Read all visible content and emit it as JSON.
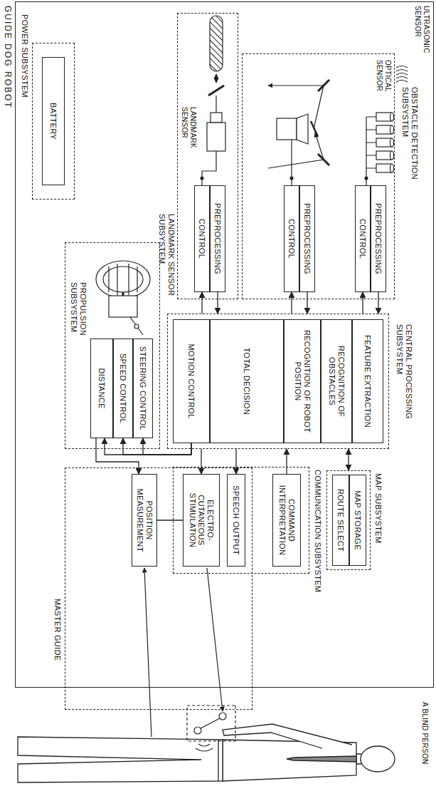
{
  "diagram": {
    "nodes": [
      {
        "text": [
          "GUIDE DOG ROBOT"
        ]
      },
      {
        "text": [
          "OBSTACLE DETECTION SUBSYSTEM"
        ],
        "in": 0
      },
      {
        "text": [
          "PREPROCESSING"
        ],
        "in": 1
      },
      {
        "text": [
          "CONTROL"
        ],
        "in": 1
      },
      {
        "text": [
          "PREPROCESSING"
        ],
        "in": 1
      },
      {
        "text": [
          "CONTROL"
        ],
        "in": 1
      },
      {
        "text": [
          "LANDMARK SENSOR SUBSYSTEM"
        ],
        "in": 0
      },
      {
        "text": [
          "PREPROCESSING"
        ],
        "in": 6
      },
      {
        "text": [
          "CONTROL"
        ],
        "in": 6
      },
      {
        "text": [
          "CENTRAL PROCESSING SUBSYSTEM"
        ],
        "in": 0
      },
      {
        "text": [
          "FEATURE EXTRACTION"
        ],
        "in": 9
      },
      {
        "text": [
          "RECOGNITION OF OBSTACLES"
        ],
        "in": 9
      },
      {
        "text": [
          "RECOGNITION OF ROBOT POSITION"
        ],
        "in": 9
      },
      {
        "text": [
          "TOTAL DECISION"
        ],
        "in": 9
      },
      {
        "text": [
          "MOTION CONTROL"
        ],
        "in": 9
      },
      {
        "text": [
          "MAP SUBSYSTEM"
        ],
        "in": 0
      },
      {
        "text": [
          "MAP STORAGE"
        ],
        "in": 15
      },
      {
        "text": [
          "ROUTE SELECT"
        ],
        "in": 15
      },
      {
        "text": [
          "PROPULSION SUBSYSTEM"
        ],
        "in": 0
      },
      {
        "text": [
          "STEERING CONTROL"
        ],
        "in": 18
      },
      {
        "text": [
          "SPEED CONTROL"
        ],
        "in": 18
      },
      {
        "text": [
          "DISTANCE"
        ],
        "in": 18
      },
      {
        "text": [
          "POWER SUBSYSTEM"
        ],
        "in": 0
      },
      {
        "text": [
          "BATTERY"
        ],
        "in": 22
      },
      {
        "text": [
          "COMMUNICATION SUBSYSTEM"
        ],
        "in": 0
      },
      {
        "text": [
          "COMMAND INTERPRETATION"
        ],
        "in": 24
      },
      {
        "text": [
          "SPEECH OUTPUT"
        ],
        "in": 24
      },
      {
        "text": [
          "ELECTRO-CUTANEOUS STIMULATION"
        ],
        "in": 24
      },
      {
        "text": [
          "MASTER GUIDE"
        ]
      },
      {
        "text": [
          "POSITION MEASUREMENT"
        ],
        "in": 28
      }
    ],
    "edges": [
      {
        "from": 2,
        "to": 9,
        "arrow": "to"
      },
      {
        "from": 9,
        "to": 3,
        "arrow": "to"
      },
      {
        "from": 4,
        "to": 9,
        "arrow": "to"
      },
      {
        "from": 9,
        "to": 5,
        "arrow": "to"
      },
      {
        "from": 7,
        "to": 9,
        "arrow": "to"
      },
      {
        "from": 9,
        "to": 8,
        "arrow": "to"
      },
      {
        "from": 14,
        "to": 19,
        "arrow": "to"
      },
      {
        "from": 14,
        "to": 20,
        "arrow": "to"
      },
      {
        "from": 14,
        "to": 21,
        "arrow": "to"
      },
      {
        "from": 21,
        "to": 29,
        "arrow": "to"
      },
      {
        "from": 25,
        "to": 9,
        "arrow": "to"
      },
      {
        "from": 9,
        "to": 26,
        "arrow": "to"
      },
      {
        "from": 9,
        "to": 27,
        "arrow": "to"
      },
      {
        "from": 15,
        "to": 9,
        "arrow": "both"
      },
      {
        "from": 27,
        "to": 29,
        "arrow": "none"
      }
    ],
    "labels": [
      "ULTRASONIC SENSOR",
      "OPTICAL SENSOR",
      "LANDMARK SENSOR",
      "A BLIND PERSON"
    ]
  }
}
